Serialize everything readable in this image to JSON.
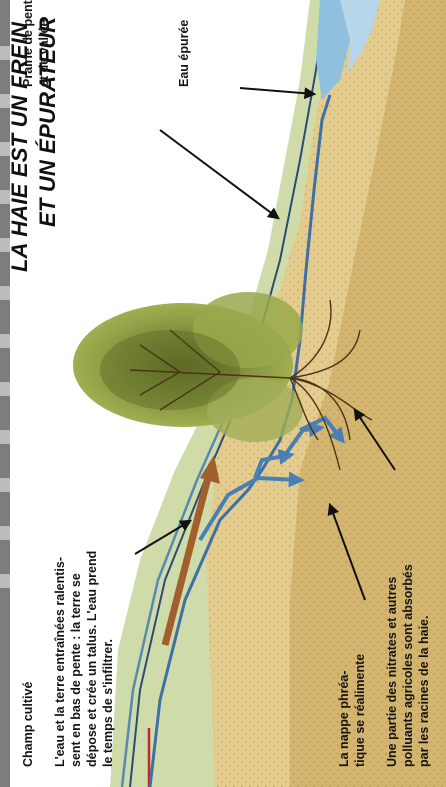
{
  "title": {
    "line1": "LA HAIE EST UN FREIN",
    "line2": "ET UN ÉPURATEUR"
  },
  "labels": {
    "champ": "Champ cultivé",
    "eau_terre": [
      "L'eau et la terre entraînées ralentis-",
      "sent en bas de pente : la terre se",
      "dépose et crée un talus. L'eau prend",
      "le temps de s'infiltrer."
    ],
    "nappe": [
      "La nappe phréa-",
      "tique se réalimente"
    ],
    "nitrates": [
      "Une partie des nitrates et autres",
      "polluants agricoles sont absorbés",
      "par les racines de la haie."
    ],
    "prairie": [
      "Prairie de pente",
      "et de vallée"
    ],
    "eau_epuree": "Eau épurée"
  },
  "colors": {
    "soil": "#e3cc8e",
    "subsoil": "#c9a660",
    "grass": "#97b553",
    "water": "#4a7fb5",
    "stream": "#8fc0de",
    "foliage": "#879c3c",
    "sediment_arrow": "#a05f2c"
  }
}
